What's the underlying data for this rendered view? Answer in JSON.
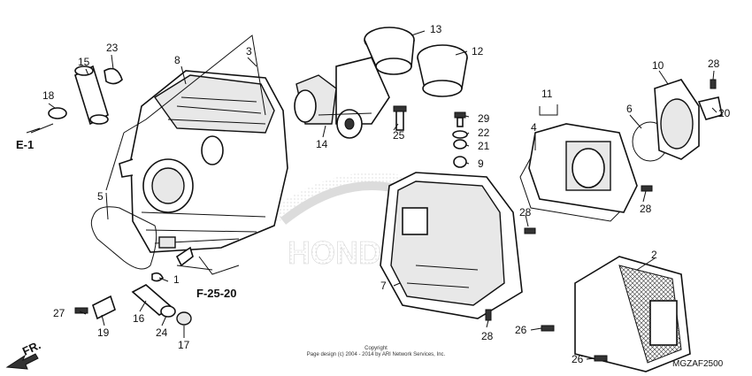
{
  "callouts": {
    "p1": "1",
    "p2": "2",
    "p3": "3",
    "p4": "4",
    "p5": "5",
    "p6": "6",
    "p7": "7",
    "p8": "8",
    "p9": "9",
    "p10": "10",
    "p11": "11",
    "p12": "12",
    "p13": "13",
    "p14": "14",
    "p15": "15",
    "p16": "16",
    "p17": "17",
    "p18": "18",
    "p19": "19",
    "p20": "20",
    "p21": "21",
    "p22": "22",
    "p23": "23",
    "p24": "24",
    "p25": "25",
    "p26a": "26",
    "p26b": "26",
    "p27": "27",
    "p28a": "28",
    "p28b": "28",
    "p28c": "28",
    "p28d": "28",
    "p29": "29"
  },
  "refs": {
    "e1": "E-1",
    "f2520": "F-25-20",
    "front": "FR."
  },
  "copyright": {
    "line1": "Copyright",
    "line2": "Page design (c) 2004 - 2014 by ARI Network Services, Inc."
  },
  "diagram_code": "MGZAF2500",
  "watermark": "HONDA"
}
